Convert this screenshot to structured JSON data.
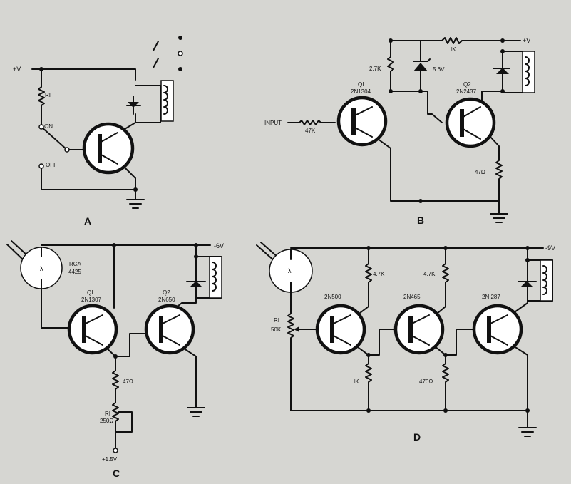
{
  "circuit_a": {
    "supply": "+V",
    "r1": "RI",
    "on": "ON",
    "off": "OFF",
    "letter": "A"
  },
  "circuit_b": {
    "supply": "+V",
    "r_top": "2.7K",
    "zener": "5.6V",
    "r_series": "IK",
    "q1_name": "QI",
    "q1_part": "2N1304",
    "q2_name": "Q2",
    "q2_part": "2N2437",
    "input": "INPUT",
    "r_input": "47K",
    "r_emitter": "47Ω",
    "letter": "B"
  },
  "circuit_c": {
    "supply": "-6V",
    "cell_name": "RCA",
    "cell_part": "4425",
    "lambda": "λ",
    "q1_name": "QI",
    "q1_part": "2N1307",
    "q2_name": "Q2",
    "q2_part": "2N650",
    "r_emitter": "47Ω",
    "r1_name": "RI",
    "r1_value": "250Ω",
    "bias": "+1.5V",
    "letter": "C"
  },
  "circuit_d": {
    "supply": "-9V",
    "lambda": "λ",
    "r1_name": "RI",
    "r1_value": "50K",
    "t1_part": "2N500",
    "t2_part": "2N465",
    "t3_part": "2NI287",
    "r_c1": "4.7K",
    "r_c2": "4.7K",
    "r_e1": "IK",
    "r_e2": "470Ω",
    "letter": "D"
  }
}
